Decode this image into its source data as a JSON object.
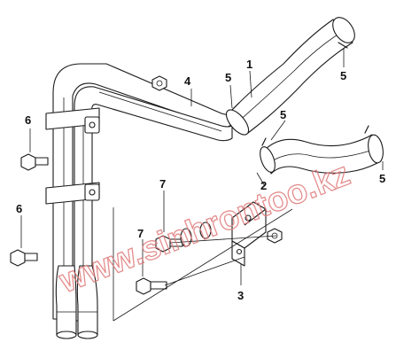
{
  "diagram": {
    "callouts": {
      "c1": "1",
      "c2": "2",
      "c3": "3",
      "c4": "4",
      "c5a": "5",
      "c5b": "5",
      "c5c": "5",
      "c5d": "5",
      "c6a": "6",
      "c6b": "6",
      "c7a": "7",
      "c7b": "7"
    },
    "watermark": "www.sinhrontoo.kz",
    "line_color": "#1a1a1a",
    "watermark_color": "#e07a7a"
  }
}
